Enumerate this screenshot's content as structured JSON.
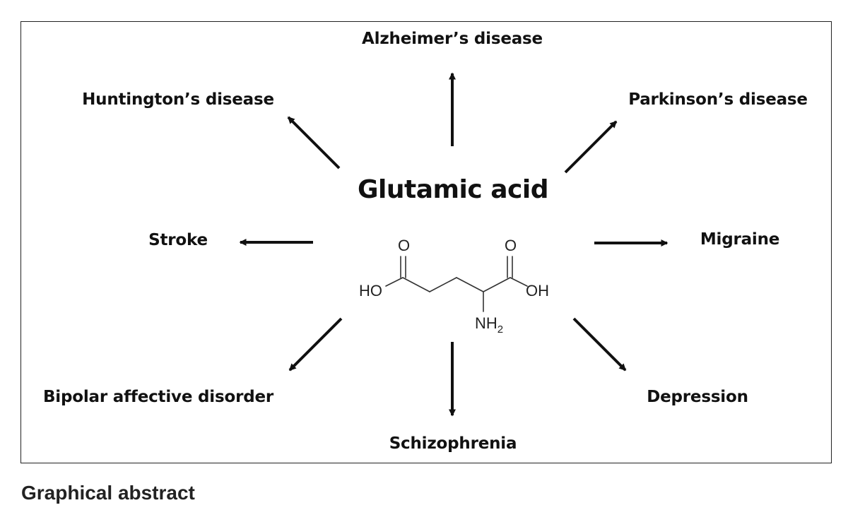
{
  "title": "Glutamic acid",
  "diseases": {
    "top": "Alzheimer’s disease",
    "top_left": "Huntington’s disease",
    "top_right": "Parkinson’s disease",
    "left": "Stroke",
    "right": "Migraine",
    "bottom_left": "Bipolar affective disorder",
    "bottom": "Schizophrenia",
    "bottom_right": "Depression"
  },
  "molecule": {
    "left_carbonyl_o": "O",
    "right_carbonyl_o": "O",
    "left_hydroxyl": "HO",
    "right_hydroxyl": "OH",
    "amine": "NH",
    "amine_subscript": "2"
  },
  "caption": "Graphical abstract"
}
